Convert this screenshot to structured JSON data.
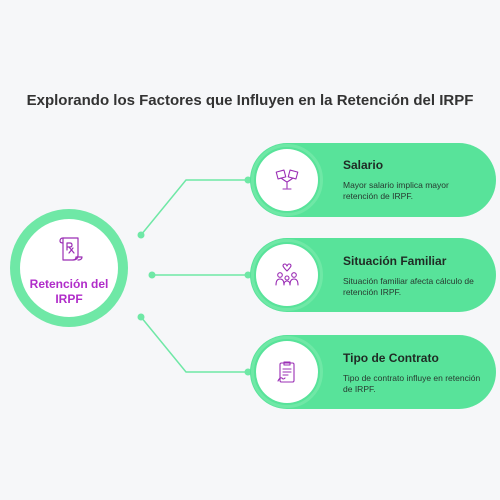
{
  "title": "Explorando los Factores que Influyen en la Retención del IRPF",
  "hub": {
    "label": "Retención del IRPF",
    "icon": "prescription-document-icon"
  },
  "factors": [
    {
      "title": "Salario",
      "description": "Mayor salario implica mayor retención de IRPF.",
      "icon": "money-plant-icon"
    },
    {
      "title": "Situación Familiar",
      "description": "Situación familiar afecta cálculo de retención IRPF.",
      "icon": "family-heart-icon"
    },
    {
      "title": "Tipo de Contrato",
      "description": "Tipo de contrato influye en retención de IRPF.",
      "icon": "signed-contract-icon"
    }
  ],
  "colors": {
    "accent": "#58e39a",
    "ring": "#6fe8a6",
    "hub_text": "#b02cc9",
    "icon_stroke": "#9b2fb5"
  }
}
